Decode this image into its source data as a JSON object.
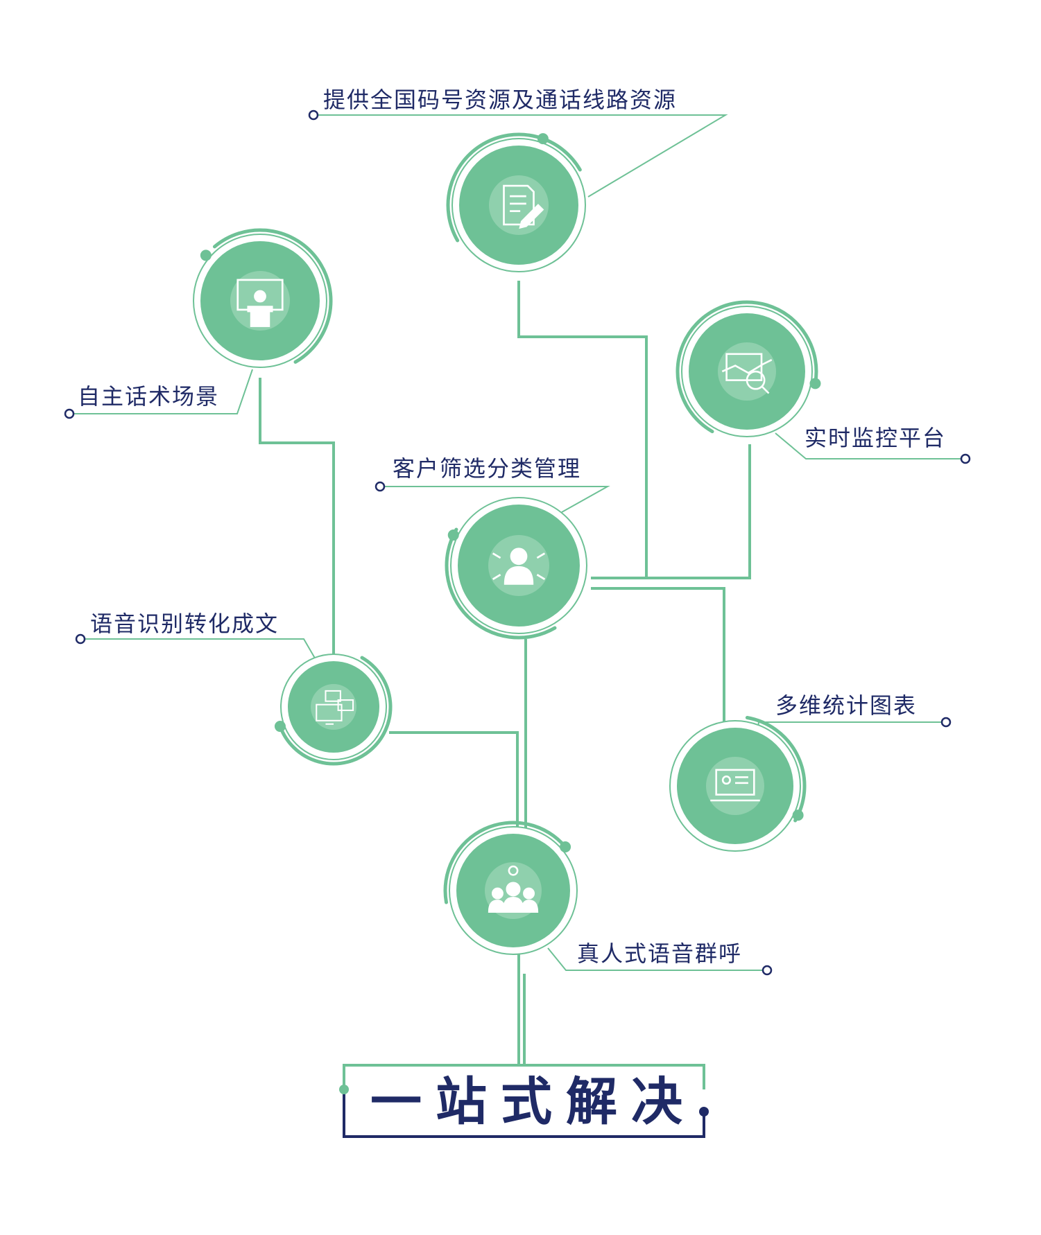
{
  "colors": {
    "green": "#6ec196",
    "green_light": "#8fd0ad",
    "line": "#6ec196",
    "navy": "#1f2a66",
    "icon": "#ffffff"
  },
  "title": "一站式解决",
  "nodes": [
    {
      "id": "resources",
      "label": "提供全国码号资源及通话线路资源",
      "icon": "document-pen-icon"
    },
    {
      "id": "script",
      "label": "自主话术场景",
      "icon": "presenter-icon"
    },
    {
      "id": "monitor",
      "label": "实时监控平台",
      "icon": "analytics-window-icon"
    },
    {
      "id": "customer",
      "label": "客户筛选分类管理",
      "icon": "user-network-icon"
    },
    {
      "id": "asr",
      "label": "语音识别转化成文",
      "icon": "monitor-chat-icon"
    },
    {
      "id": "stats",
      "label": "多维统计图表",
      "icon": "laptop-profile-icon"
    },
    {
      "id": "call",
      "label": "真人式语音群呼",
      "icon": "team-gear-icon"
    }
  ]
}
